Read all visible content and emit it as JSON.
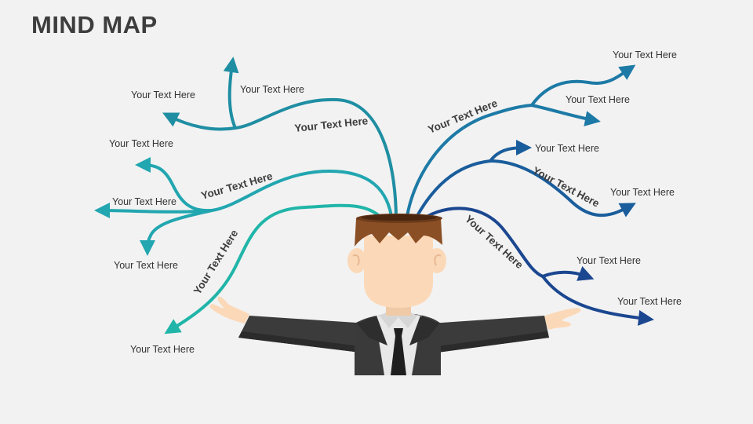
{
  "title": "MIND MAP",
  "colors": {
    "background": "#f2f2f2",
    "teal_light": "#1fb5a8",
    "teal": "#2196a8",
    "blue": "#1f6fa3",
    "navy": "#1b4b8f"
  },
  "branches": [
    {
      "label": "Your Text Here",
      "color": "#1f8ea3",
      "leaves": [
        "Your Text Here",
        "Your Text Here"
      ]
    },
    {
      "label": "Your Text Here",
      "color": "#22a6b0",
      "leaves": [
        "Your Text Here",
        "Your Text Here",
        "Your Text Here"
      ]
    },
    {
      "label": "Your Text Here",
      "color": "#20b5a8",
      "leaves": [
        "Your Text Here"
      ]
    },
    {
      "label": "Your Text Here",
      "color": "#1d7aa6",
      "leaves": [
        "Your Text Here",
        "Your Text Here"
      ]
    },
    {
      "label": "Your Text Here",
      "color": "#1a5d9c",
      "leaves": [
        "Your Text Here",
        "Your Text Here"
      ]
    },
    {
      "label": "Your Text Here",
      "color": "#1b4790",
      "leaves": [
        "Your Text Here",
        "Your Text Here"
      ]
    }
  ]
}
